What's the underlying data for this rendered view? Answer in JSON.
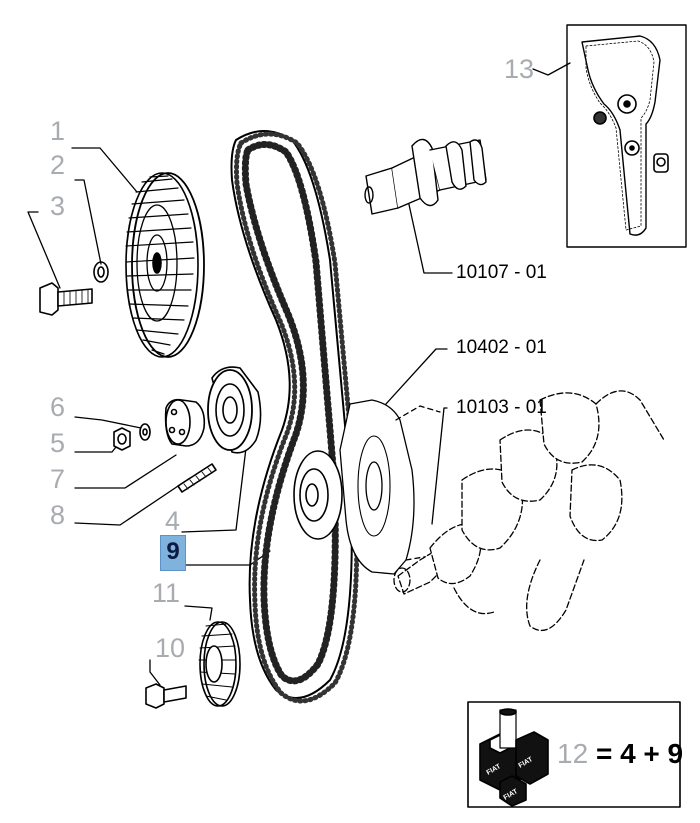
{
  "labels": {
    "l1": "1",
    "l2": "2",
    "l3": "3",
    "l4": "4",
    "l5": "5",
    "l6": "6",
    "l7": "7",
    "l8": "8",
    "l9": "9",
    "l10": "10",
    "l11": "11",
    "l13": "13"
  },
  "refs": {
    "camshaft": "10107 - 01",
    "engine_block": "10402 - 01",
    "crankshaft": "10103 - 01"
  },
  "kit": {
    "number": "12",
    "formula": "= 4 + 9",
    "box_text": "FIAT"
  },
  "colors": {
    "label_gray": "#a8acb0",
    "highlight": "#7fb2dd"
  }
}
